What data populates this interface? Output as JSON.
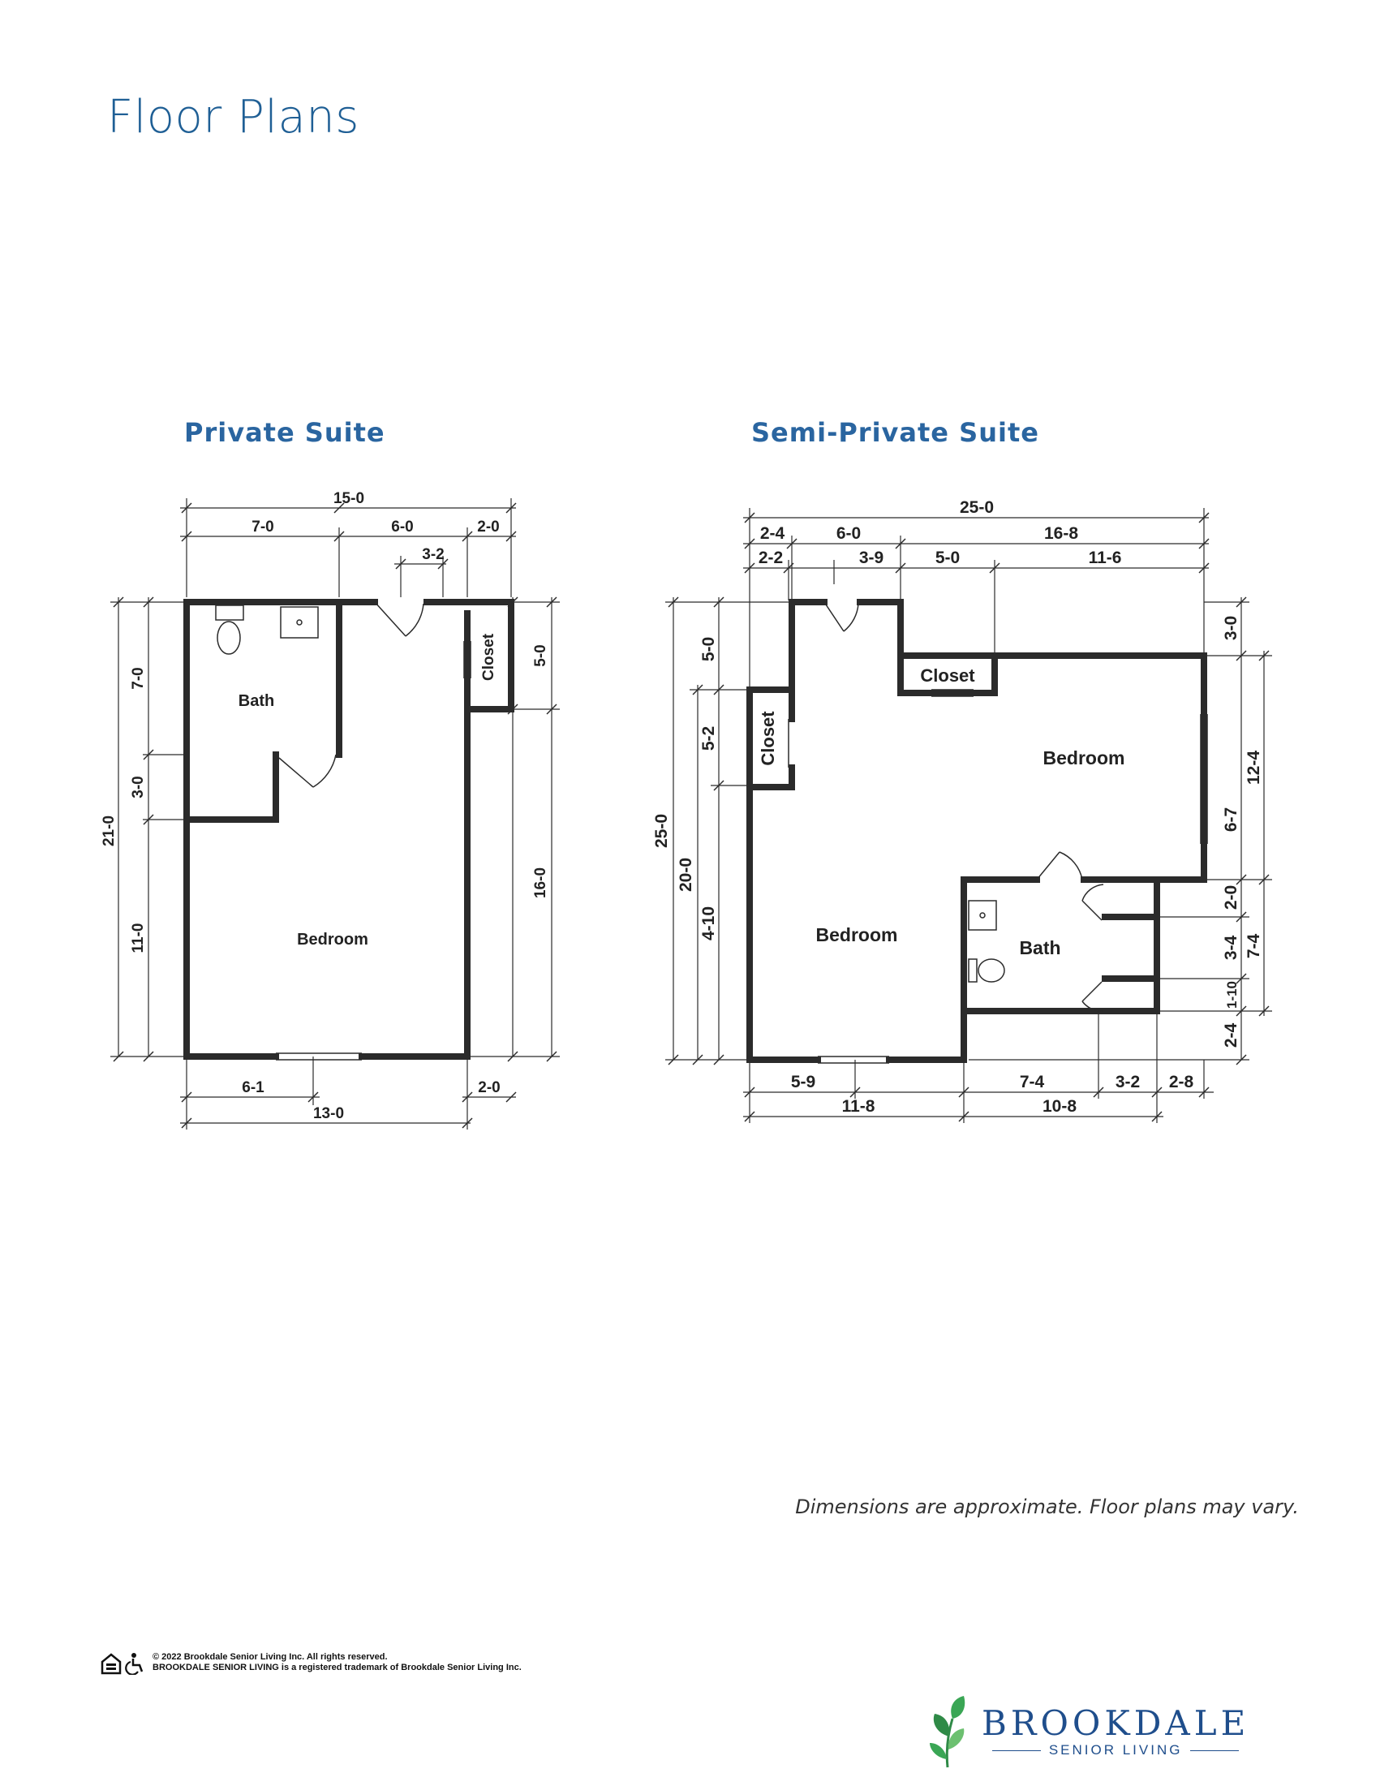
{
  "page": {
    "title": "Floor Plans"
  },
  "private_suite": {
    "title": "Private Suite",
    "rooms": {
      "bath": "Bath",
      "bedroom": "Bedroom",
      "closet": "Closet"
    },
    "dims": {
      "overall_width": "15-0",
      "top_a": "7-0",
      "top_b": "6-0",
      "top_c": "2-0",
      "door": "3-2",
      "overall_height": "21-0",
      "left_a": "7-0",
      "left_b": "3-0",
      "left_c": "11-0",
      "right_a": "5-0",
      "right_b": "16-0",
      "bottom_a": "6-1",
      "bottom_b": "2-0",
      "bottom_total": "13-0"
    }
  },
  "semi_private_suite": {
    "title": "Semi-Private Suite",
    "rooms": {
      "bedroom_a": "Bedroom",
      "bedroom_b": "Bedroom",
      "bath": "Bath",
      "closet_a": "Closet",
      "closet_b": "Closet"
    },
    "dims": {
      "overall_width": "25-0",
      "row1_a": "2-4",
      "row1_b": "6-0",
      "row1_c": "16-8",
      "row2_a": "2-2",
      "row2_b": "3-9",
      "row2_c": "5-0",
      "row2_d": "11-6",
      "overall_height": "25-0",
      "left_b": "20-0",
      "left_c": "5-0",
      "left_d": "5-2",
      "left_e": "4-10",
      "right_a": "3-0",
      "right_b": "12-4",
      "right_c": "6-7",
      "right_d": "2-0",
      "right_e": "3-4",
      "right_f": "7-4",
      "right_g": "1-10",
      "right_h": "2-4",
      "bottom_a": "5-9",
      "bottom_b": "7-4",
      "bottom_c": "3-2",
      "bottom_d": "2-8",
      "bottom_e": "11-8",
      "bottom_f": "10-8"
    }
  },
  "disclaimer": "Dimensions are approximate. Floor plans may vary.",
  "footer": {
    "copyright": "© 2022 Brookdale Senior Living Inc. All rights reserved.",
    "trademark": "BROOKDALE SENIOR LIVING is a registered trademark of Brookdale Senior Living Inc."
  },
  "logo": {
    "name": "BROOKDALE",
    "sub": "SENIOR LIVING",
    "color": "#1f4e8c",
    "leaf_color": "#3aa655"
  },
  "colors": {
    "title": "#1f5f95",
    "wall": "#2b2b2b"
  }
}
